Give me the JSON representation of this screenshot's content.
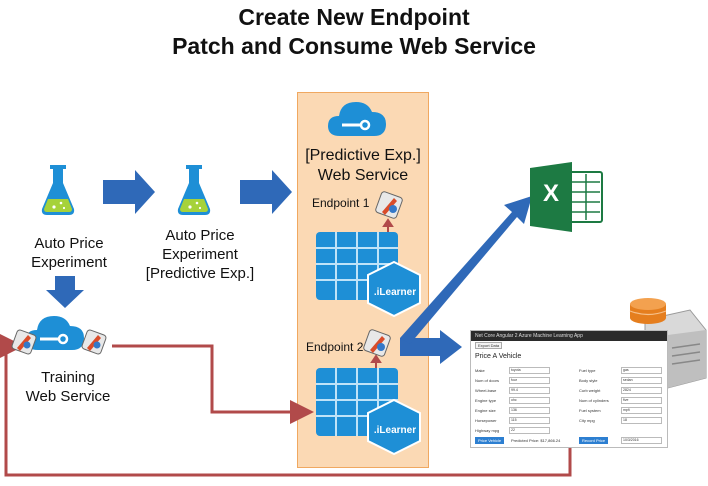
{
  "title": {
    "line1": "Create New Endpoint",
    "line2": "Patch and Consume Web Service"
  },
  "nodes": {
    "auto_price_experiment": "Auto Price\nExperiment",
    "auto_price_predictive": "Auto Price\nExperiment\n[Predictive Exp.]",
    "predictive_web_service": "[Predictive Exp.]\nWeb Service",
    "training_web_service": "Training\nWeb Service",
    "endpoint1": "Endpoint 1",
    "endpoint2": "Endpoint 2",
    "ilearner1": ".iLearner",
    "ilearner2": ".iLearner",
    "excel_letter": "X"
  },
  "app": {
    "bar_title": "Net Core Angular 2 Azure Machine Learning App",
    "export_button": "Export Data",
    "heading": "Price A Vehicle",
    "fields_left": [
      {
        "label": "Make",
        "value": "toyota"
      },
      {
        "label": "Num of doors",
        "value": "four"
      },
      {
        "label": "Wheel-base",
        "value": "99.4"
      },
      {
        "label": "Engine type",
        "value": "ohc"
      },
      {
        "label": "Engine size",
        "value": "136"
      },
      {
        "label": "Horsepower",
        "value": "115"
      },
      {
        "label": "Highway mpg",
        "value": "22"
      }
    ],
    "fields_right": [
      {
        "label": "Fuel type",
        "value": "gas"
      },
      {
        "label": "Body style",
        "value": "sedan"
      },
      {
        "label": "Curb weight",
        "value": "2824"
      },
      {
        "label": "Num of cylinders",
        "value": "five"
      },
      {
        "label": "Fuel system",
        "value": "mpfi"
      },
      {
        "label": "City mpg",
        "value": "18"
      }
    ],
    "price_button": "Price Vehicle",
    "predicted_price": "Predicted Price: $17,866.24",
    "record_button": "Record Price",
    "record_date": "10/3/2016"
  },
  "colors": {
    "arrow_blue": "#2f69b8",
    "flow_red": "#b14a4a",
    "panel_fill": "#fbd9b4",
    "azure_blue": "#1e8fd6",
    "flask_green": "#a6d23a",
    "excel_green": "#1d7a43"
  }
}
